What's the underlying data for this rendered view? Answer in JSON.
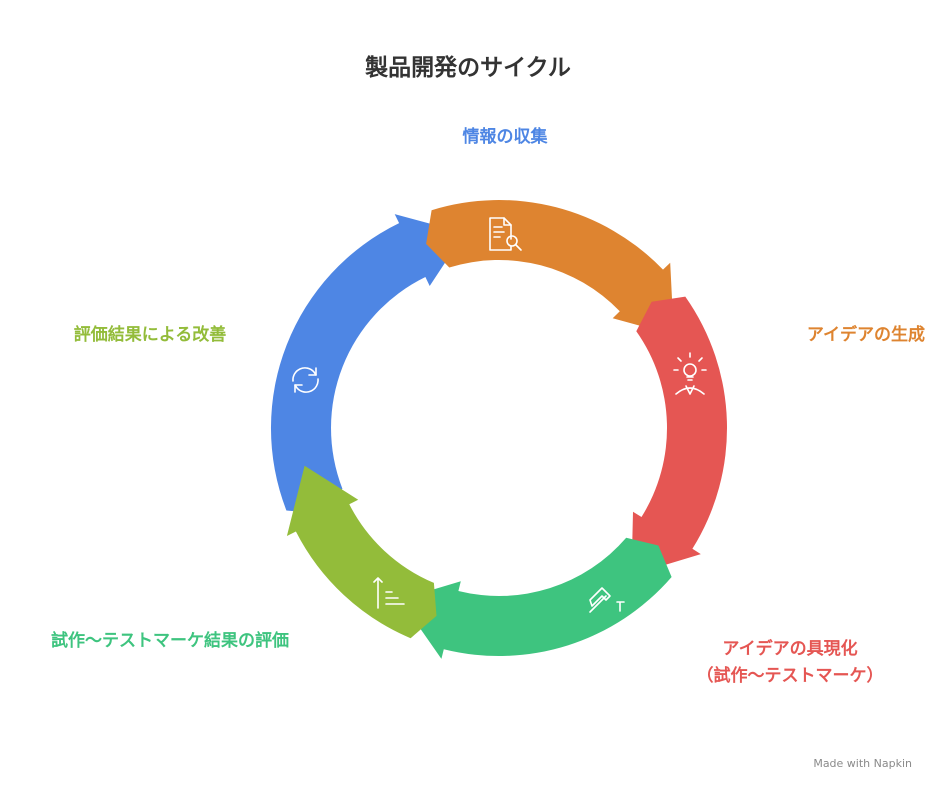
{
  "title": "製品開発のサイクル",
  "colors": {
    "step1": "#4E86E4",
    "step2": "#DE8430",
    "step3": "#E55653",
    "step4": "#3EC47F",
    "step5": "#93BC3A"
  },
  "steps": [
    {
      "label": "情報の収集",
      "icon": "document-search-icon"
    },
    {
      "label": "アイデアの生成",
      "icon": "lightbulb-person-icon"
    },
    {
      "label_line1": "アイデアの具現化",
      "label_line2": "（試作〜テストマーケ）",
      "icon": "hammer-icon"
    },
    {
      "label": "試作〜テストマーケ結果の評価",
      "icon": "ascending-list-icon"
    },
    {
      "label": "評価結果による改善",
      "icon": "refresh-icon"
    }
  ],
  "credit": "Made with  Napkin"
}
